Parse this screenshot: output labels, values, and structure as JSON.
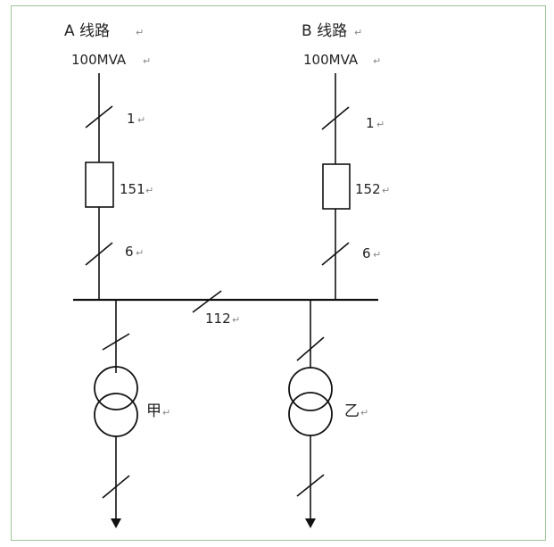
{
  "lines": {
    "a": {
      "name": "A 线路",
      "capacity": "100MVA",
      "switch_top": "1",
      "breaker": "151",
      "switch_bottom": "6"
    },
    "b": {
      "name": "B 线路",
      "capacity": "100MVA",
      "switch_top": "1",
      "breaker": "152",
      "switch_bottom": "6"
    }
  },
  "bus_tie": {
    "label": "112"
  },
  "transformers": {
    "left": "甲",
    "right": "乙"
  },
  "colors": {
    "line": "#111111",
    "frame": "#9fc59a",
    "paragraph_mark": "#888888"
  },
  "paragraph_mark": "↵"
}
